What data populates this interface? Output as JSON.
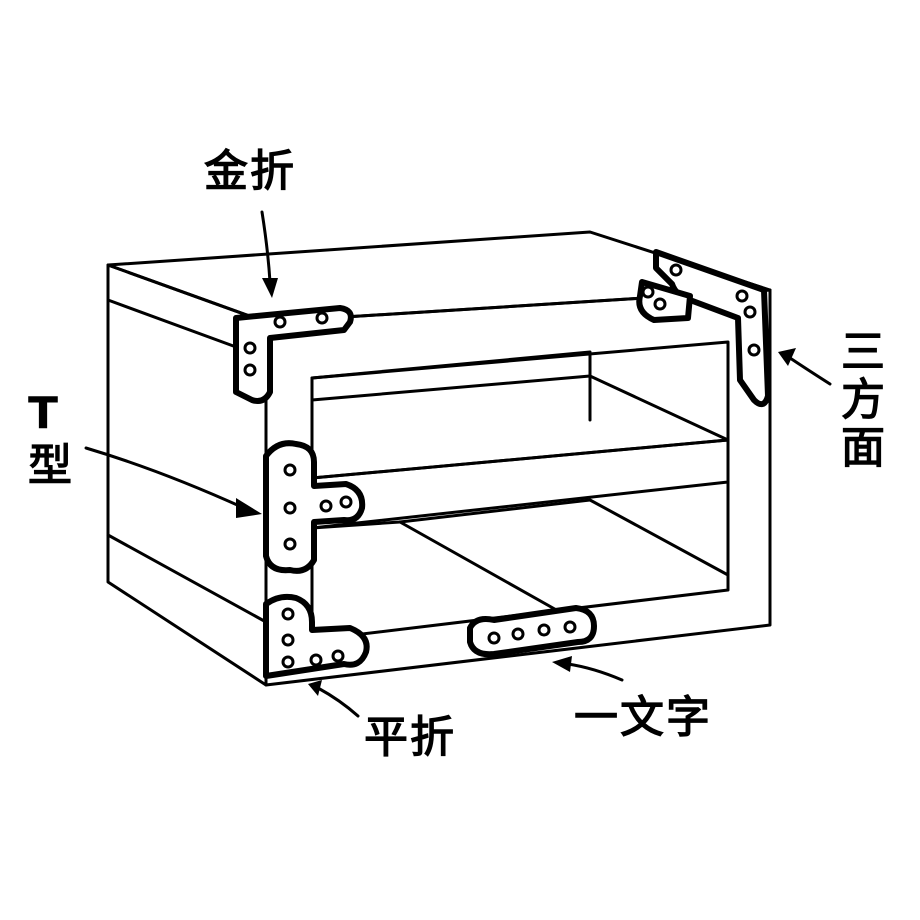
{
  "labels": {
    "kinsetsu": "金折",
    "t_top": "T",
    "t_bottom": "型",
    "sanhoumen": "三方面",
    "hirasetsu": "平折",
    "ichimonji": "一文字"
  }
}
